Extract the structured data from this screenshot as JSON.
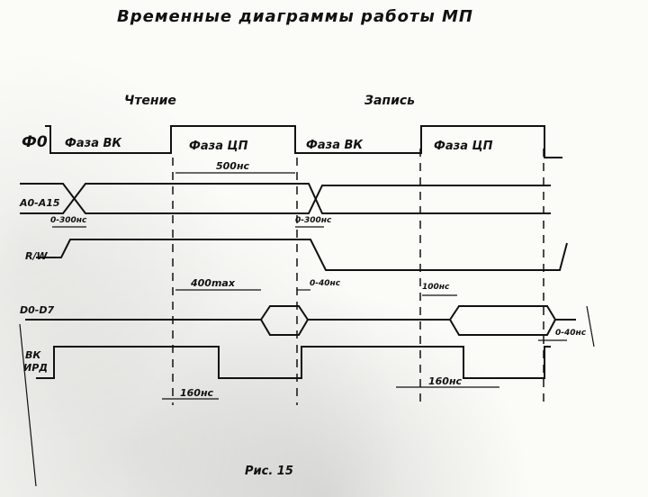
{
  "title": "Временные диаграммы работы МП",
  "sections": {
    "read": "Чтение",
    "write": "Запись"
  },
  "phases": {
    "p1": "Фаза ВК",
    "p2": "Фаза ЦП",
    "p3": "Фаза ВК",
    "p4": "Фаза ЦП"
  },
  "signals": {
    "phi0": "Ф0",
    "address": "А0-А15",
    "rw": "R/W",
    "data": "D0-D7",
    "bk_line1": "ВК",
    "bk_line2": "ИРД"
  },
  "timings": {
    "t_500": "500нс",
    "t_0_300a": "0-300нс",
    "t_0_300b": "0-300нс",
    "t_400max": "400max",
    "t_0_40": "0-40нс",
    "t_100": "100нс",
    "t_160a": "160нс",
    "t_160b": "160нс",
    "t_0_40b": "0-40нс"
  },
  "figure_caption": "Рис. 15"
}
